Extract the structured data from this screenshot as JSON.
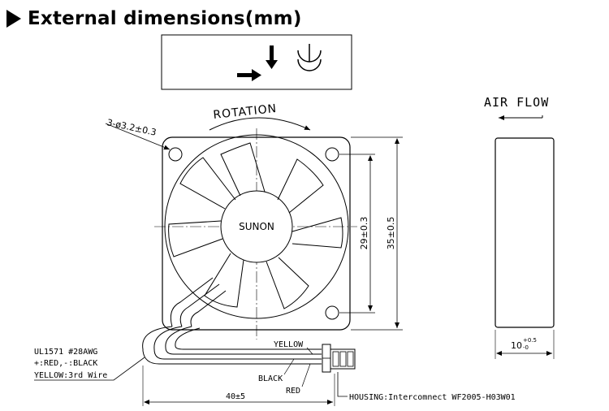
{
  "heading": {
    "title": "External dimensions(mm)"
  },
  "drawing": {
    "rotation_label": "ROTATION",
    "air_flow_label": "AIR FLOW",
    "hole_label": "3-ø3.2±0.3",
    "brand_label": "SUNON",
    "dim_hole_pitch": "29±0.3",
    "dim_frame": "35±0.5",
    "dim_thickness_base": "10",
    "dim_thickness_plus": "+0.5",
    "dim_thickness_minus": "-0",
    "dim_lead_length": "40±5",
    "wire_spec_line1": "UL1571  #28AWG",
    "wire_spec_line2": "+:RED,-:BLACK",
    "wire_spec_line3": "YELLOW:3rd  Wire",
    "wire_yellow": "YELLOW",
    "wire_black": "BLACK",
    "wire_red": "RED",
    "housing": "HOUSING:Intercomnect  WF2005-H03W01"
  },
  "icons": [
    "right-arrow-icon",
    "down-arrow-icon",
    "ground-symbol-icon",
    "air-flow-arrow-icon",
    "rotation-arc-icon"
  ]
}
